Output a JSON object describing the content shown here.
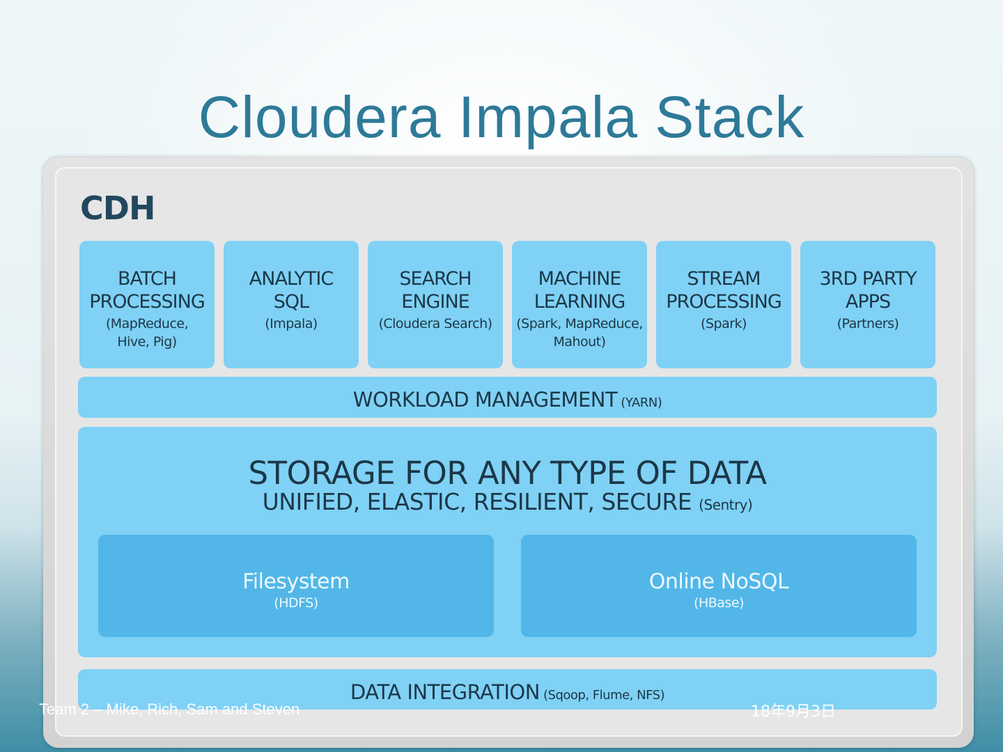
{
  "slide": {
    "title": "Cloudera Impala Stack",
    "footer_left": "Team 2 – Mike, Rich, Sam and Steven",
    "footer_right": "18年9月3日"
  },
  "diagram": {
    "label": "CDH",
    "components": [
      {
        "title": "BATCH\nPROCESSING",
        "subtitle": "(MapReduce,\nHive, Pig)"
      },
      {
        "title": "ANALYTIC\nSQL",
        "subtitle": "(Impala)"
      },
      {
        "title": "SEARCH\nENGINE",
        "subtitle": "(Cloudera Search)"
      },
      {
        "title": "MACHINE\nLEARNING",
        "subtitle": "(Spark, MapReduce,\nMahout)"
      },
      {
        "title": "STREAM\nPROCESSING",
        "subtitle": "(Spark)"
      },
      {
        "title": "3RD PARTY\nAPPS",
        "subtitle": "(Partners)"
      }
    ],
    "workload": {
      "title": "WORKLOAD MANAGEMENT",
      "detail": "(YARN)"
    },
    "storage": {
      "title": "STORAGE FOR ANY TYPE OF DATA",
      "subtitle": "UNIFIED, ELASTIC, RESILIENT, SECURE",
      "detail": "(Sentry)",
      "filesystem": {
        "title": "Filesystem",
        "detail": "(HDFS)"
      },
      "nosql": {
        "title": "Online NoSQL",
        "detail": "(HBase)"
      }
    },
    "integration": {
      "title": "DATA INTEGRATION",
      "detail": "(Sqoop, Flume, NFS)"
    }
  }
}
